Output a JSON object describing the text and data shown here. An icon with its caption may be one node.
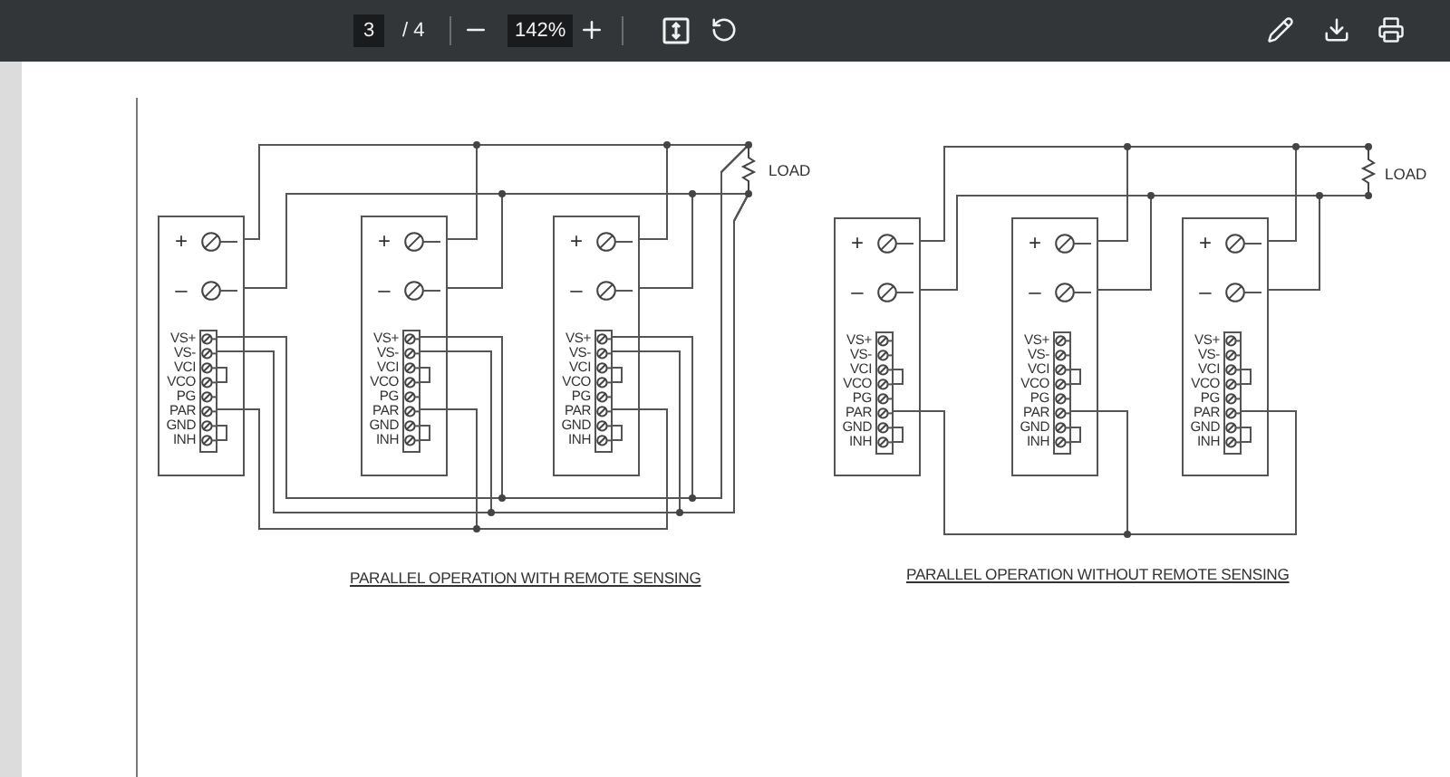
{
  "diagram": {
    "nodes": [
      {
        "text": [
          "+",
          "–",
          "VS+",
          "VS-",
          "VCI",
          "VCO",
          "PG",
          "PAR",
          "GND",
          "INH"
        ]
      },
      {
        "text": [],
        "shape": "box",
        "in": 0
      },
      {
        "text": [
          "+",
          "–",
          "VS+",
          "VS-",
          "VCI",
          "VCO",
          "PG",
          "PAR",
          "GND",
          "INH"
        ]
      },
      {
        "text": [],
        "shape": "box",
        "in": 2
      },
      {
        "text": [
          "+",
          "–",
          "VS+",
          "VS-",
          "VCI",
          "VCO",
          "PG",
          "PAR",
          "GND",
          "INH"
        ]
      },
      {
        "text": [],
        "shape": "box",
        "in": 4
      },
      {
        "text": [],
        "shape": "resistor",
        "beside": [
          "LOAD"
        ]
      },
      {
        "text": [
          "+",
          "–",
          "VS+",
          "VS-",
          "VCI",
          "VCO",
          "PG",
          "PAR",
          "GND",
          "INH"
        ]
      },
      {
        "text": [],
        "shape": "box",
        "in": 7
      },
      {
        "text": [
          "+",
          "–",
          "VS+",
          "VS-",
          "VCI",
          "VCO",
          "PG",
          "PAR",
          "GND",
          "INH"
        ]
      },
      {
        "text": [],
        "shape": "box",
        "in": 9
      },
      {
        "text": [
          "+",
          "–",
          "VS+",
          "VS-",
          "VCI",
          "VCO",
          "PG",
          "PAR",
          "GND",
          "INH"
        ]
      },
      {
        "text": [],
        "shape": "box",
        "in": 11
      },
      {
        "text": [],
        "shape": "resistor",
        "beside": [
          "LOAD"
        ]
      }
    ],
    "edges": [
      {
        "from": 0,
        "to": 6,
        "arrow": "none"
      },
      {
        "from": 2,
        "to": 6,
        "arrow": "none"
      },
      {
        "from": 4,
        "to": 6,
        "arrow": "none"
      },
      {
        "from": 0,
        "to": 6,
        "arrow": "none"
      },
      {
        "from": 2,
        "to": 6,
        "arrow": "none"
      },
      {
        "from": 4,
        "to": 6,
        "arrow": "none"
      },
      {
        "from": 1,
        "to": 6,
        "arrow": "none"
      },
      {
        "from": 3,
        "to": 6,
        "arrow": "none"
      },
      {
        "from": 5,
        "to": 6,
        "arrow": "none"
      },
      {
        "from": 1,
        "to": 6,
        "arrow": "none"
      },
      {
        "from": 3,
        "to": 6,
        "arrow": "none"
      },
      {
        "from": 5,
        "to": 6,
        "arrow": "none"
      },
      {
        "from": 1,
        "to": 3,
        "arrow": "none"
      },
      {
        "from": 5,
        "to": 3,
        "arrow": "none"
      },
      {
        "from": 7,
        "to": 13,
        "arrow": "none"
      },
      {
        "from": 9,
        "to": 13,
        "arrow": "none"
      },
      {
        "from": 11,
        "to": 13,
        "arrow": "none"
      },
      {
        "from": 7,
        "to": 13,
        "arrow": "none"
      },
      {
        "from": 9,
        "to": 13,
        "arrow": "none"
      },
      {
        "from": 11,
        "to": 13,
        "arrow": "none"
      },
      {
        "from": 8,
        "to": 10,
        "arrow": "none"
      },
      {
        "from": 12,
        "to": 10,
        "arrow": "none"
      }
    ],
    "labels": [
      "3",
      "/ 4",
      "142%",
      "PARALLEL OPERATION WITH REMOTE SENSING",
      "PARALLEL OPERATION WITHOUT REMOTE SENSING"
    ]
  }
}
